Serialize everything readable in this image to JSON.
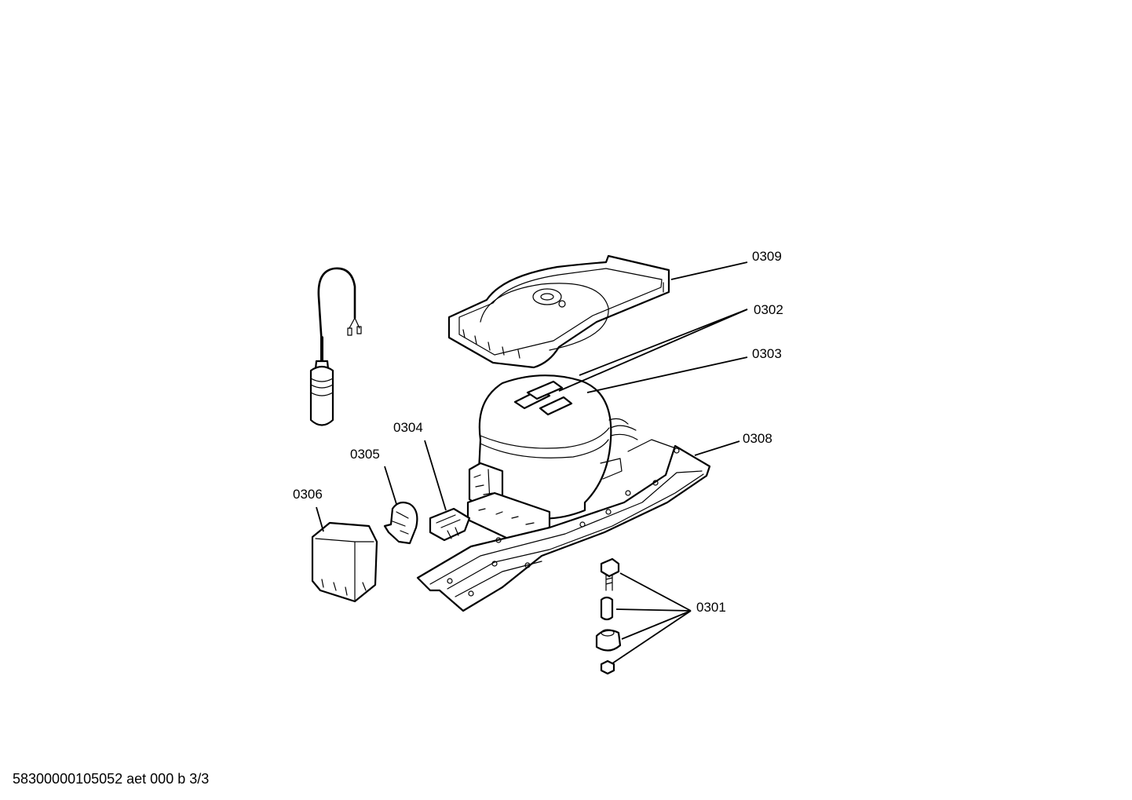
{
  "diagram": {
    "labels": {
      "p0309": "0309",
      "p0302": "0302",
      "p0303": "0303",
      "p0304": "0304",
      "p0305": "0305",
      "p0306": "0306",
      "p0308": "0308",
      "p0301": "0301"
    }
  },
  "footer": {
    "text": "58300000105052 aet 000 b 3/3"
  }
}
